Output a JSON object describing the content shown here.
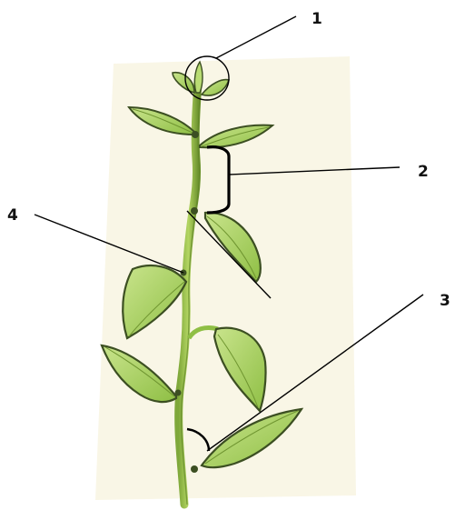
{
  "labels": {
    "l1": "1",
    "l2": "2",
    "l3": "3",
    "l4": "4"
  },
  "colors": {
    "paper": "#f7f2dc",
    "stem": "#9cc04a",
    "stem_dark": "#6f9530",
    "leaf_fill": "#a9cf5c",
    "leaf_light": "#c9e48c",
    "leaf_edge": "#3c4f22",
    "bracket": "#000000",
    "line": "#000000"
  }
}
